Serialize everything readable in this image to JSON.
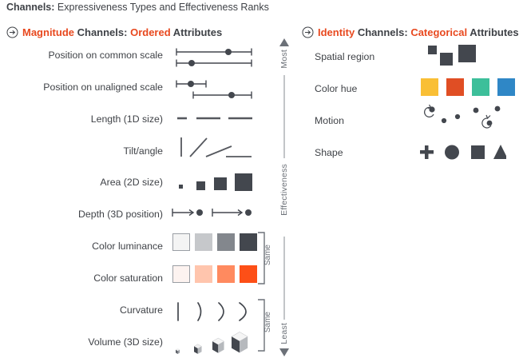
{
  "title": {
    "bold_part": "Channels:",
    "rest": " Expressiveness Types and Effectiveness Ranks"
  },
  "headers": {
    "magnitude": {
      "icon": "circled-arrow-right-icon",
      "word1": "Magnitude",
      "word2": " Channels: ",
      "word3": "Ordered",
      "word4": " Attributes"
    },
    "identity": {
      "icon": "circled-arrow-right-icon",
      "word1": "Identity",
      "word2": " Channels: ",
      "word3": "Categorical",
      "word4": " Attributes"
    }
  },
  "axis": {
    "top_label": "Most",
    "middle_label": "Effectiveness",
    "bottom_label": "Least",
    "top_arrow": "up-triangle-icon",
    "bottom_arrow": "down-triangle-icon"
  },
  "magnitude_channels": [
    {
      "label": "Position on common scale",
      "glyph": "two-aligned-ranges-with-dots"
    },
    {
      "label": "Position on unaligned scale",
      "glyph": "two-unaligned-ranges-with-dots"
    },
    {
      "label": "Length (1D size)",
      "glyph": "three-bars-increasing"
    },
    {
      "label": "Tilt/angle",
      "glyph": "four-lines-varying-tilt"
    },
    {
      "label": "Area (2D size)",
      "glyph": "four-squares-increasing"
    },
    {
      "label": "Depth (3D position)",
      "glyph": "two-arrows-with-dots"
    },
    {
      "label": "Color luminance",
      "glyph": "four-gray-swatches"
    },
    {
      "label": "Color saturation",
      "glyph": "four-orange-swatches"
    },
    {
      "label": "Curvature",
      "glyph": "four-arcs-increasing"
    },
    {
      "label": "Volume (3D size)",
      "glyph": "four-cubes-increasing"
    }
  ],
  "identity_channels": [
    {
      "label": "Spatial region",
      "glyph": "three-scattered-squares"
    },
    {
      "label": "Color hue",
      "glyph": "four-hue-swatches"
    },
    {
      "label": "Motion",
      "glyph": "dots-with-motion-arcs"
    },
    {
      "label": "Shape",
      "glyph": "plus-circle-square-triangle"
    }
  ],
  "brackets": [
    {
      "label": "Same",
      "group": "luminance-saturation"
    },
    {
      "label": "Same",
      "group": "curvature-volume"
    }
  ],
  "colors": {
    "accent": "#e8491f",
    "text_dark": "#3f4247",
    "text_gray": "#6c7178",
    "luminance_swatches": [
      "#f4f4f4",
      "#c6c8cb",
      "#83878d",
      "#43474e"
    ],
    "saturation_swatches": [
      "#fdf3f0",
      "#ffc5ad",
      "#ff8a5f",
      "#fd4f17"
    ],
    "hue_swatches": [
      "#f9bf35",
      "#e04e24",
      "#3dbf9a",
      "#2f87c6"
    ],
    "glyph_dark": "#43474e"
  }
}
